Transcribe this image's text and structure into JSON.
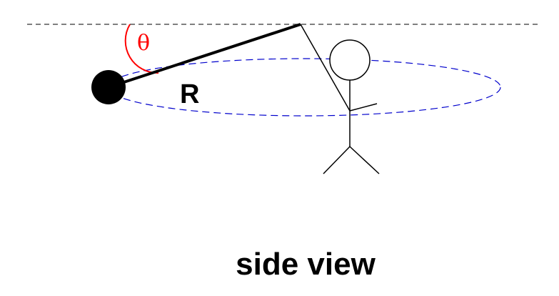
{
  "labels": {
    "angle": "θ",
    "radius": "R",
    "caption": "side view"
  },
  "colors": {
    "angle": "#ff0000",
    "orbit": "#0000cc",
    "line": "#000000",
    "dashed": "#333333"
  }
}
